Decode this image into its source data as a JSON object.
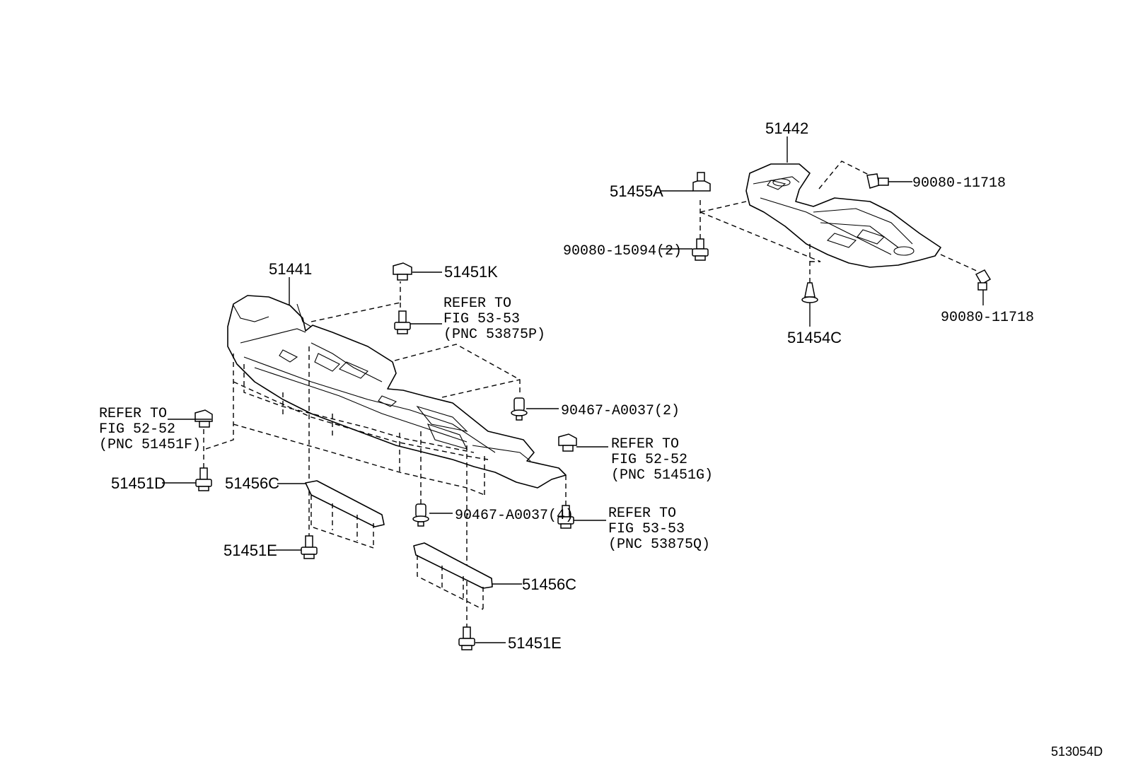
{
  "diagram": {
    "parts": {
      "p51441": "51441",
      "p51442": "51442",
      "p51451K": "51451K",
      "p51455A": "51455A",
      "p90080_15094": "90080-15094(2)",
      "p90080_11718_a": "90080-11718",
      "p90080_11718_b": "90080-11718",
      "p51454C": "51454C",
      "p90467_A0037_2": "90467-A0037(2)",
      "p90467_A0037_4": "90467-A0037(4)",
      "p51451D": "51451D",
      "p51456C_a": "51456C",
      "p51456C_b": "51456C",
      "p51451E_a": "51451E",
      "p51451E_b": "51451E"
    },
    "refs": {
      "r1": [
        "REFER TO",
        "FIG 53-53",
        "(PNC 53875P)"
      ],
      "r2": [
        "REFER TO",
        "FIG 52-52",
        "(PNC 51451F)"
      ],
      "r3": [
        "REFER TO",
        "FIG 52-52",
        "(PNC 51451G)"
      ],
      "r4": [
        "REFER TO",
        "FIG 53-53",
        "(PNC 53875Q)"
      ]
    },
    "figure_code": "513054D"
  }
}
